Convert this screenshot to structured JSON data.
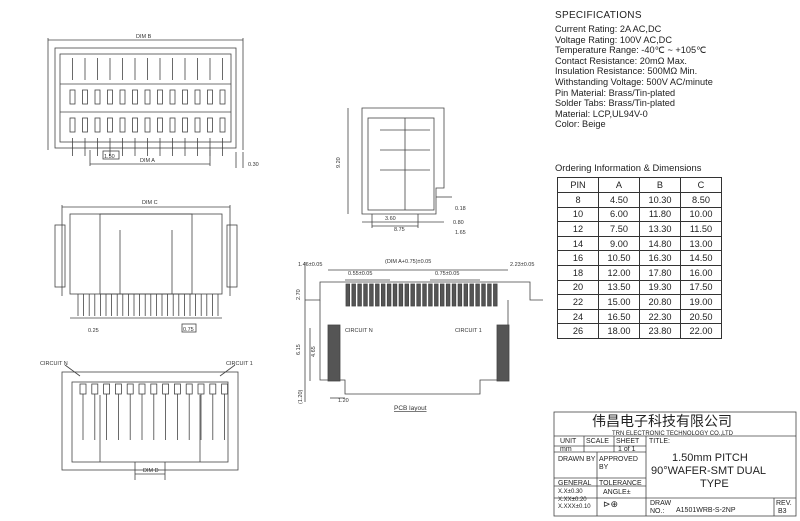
{
  "specifications": {
    "title": "SPECIFICATIONS",
    "items": [
      "Current Rating: 2A AC,DC",
      "Voltage Rating: 100V AC,DC",
      "Temperature Range: -40℃ ~ +105℃",
      "Contact Resistance: 20mΩ Max.",
      "Insulation Resistance: 500MΩ Min.",
      "Withstanding Voltage: 500V AC/minute",
      "Pin Material: Brass/Tin-plated",
      "Solder Tabs: Brass/Tin-plated",
      "Material: LCP,UL94V-0",
      "Color: Beige"
    ]
  },
  "ordering": {
    "title": "Ordering Information & Dimensions",
    "headers": [
      "PIN",
      "A",
      "B",
      "C"
    ],
    "rows": [
      [
        "8",
        "4.50",
        "10.30",
        "8.50"
      ],
      [
        "10",
        "6.00",
        "11.80",
        "10.00"
      ],
      [
        "12",
        "7.50",
        "13.30",
        "11.50"
      ],
      [
        "14",
        "9.00",
        "14.80",
        "13.00"
      ],
      [
        "16",
        "10.50",
        "16.30",
        "14.50"
      ],
      [
        "18",
        "12.00",
        "17.80",
        "16.00"
      ],
      [
        "20",
        "13.50",
        "19.30",
        "17.50"
      ],
      [
        "22",
        "15.00",
        "20.80",
        "19.00"
      ],
      [
        "24",
        "16.50",
        "22.30",
        "20.50"
      ],
      [
        "26",
        "18.00",
        "23.80",
        "22.00"
      ]
    ]
  },
  "drawing_labels": {
    "dim_b": "DIM B",
    "dim_a": "DIM A",
    "dim_c": "DIM C",
    "dim_d": "DIM D",
    "pitch_150": "1.50",
    "val_030": "0.30",
    "val_025": "0.25",
    "val_075": "0.75",
    "side_920": "9.20",
    "side_360": "3.60",
    "side_875": "8.75",
    "side_018": "0.18",
    "side_080": "0.80",
    "side_165": "1.65",
    "circuit_n": "CIRCUIT N",
    "circuit_1": "CIRCUIT 1",
    "pcb_left": "1.46±0.05",
    "pcb_formula": "(DIM A+0.75)±0.05",
    "pcb_right": "2.23±0.05",
    "pcb_055": "0.55±0.05",
    "pcb_075": "0.75±0.05",
    "pcb_270": "2.70",
    "pcb_615": "6.15",
    "pcb_465": "4.65",
    "pcb_120p": "(1.20)",
    "pcb_120": "1.20",
    "pcb_layout": "PCB layout"
  },
  "title_block": {
    "company_cn": "伟昌电子科技有限公司",
    "company_en": "TRN ELECTRONIC TECHNOLOGY CO.,LTD",
    "unit_label": "UNIT",
    "unit_value": "mm",
    "scale_label": "SCALE",
    "sheet_label": "SHEET",
    "sheet_value": "1 of 1",
    "title_label": "TITLE:",
    "title_line1": "1.50mm PITCH",
    "title_line2": "90°WAFER-SMT DUAL",
    "title_line3": "TYPE",
    "drawn_by": "DRAWN BY",
    "approved_by": "APPROVED BY",
    "general": "GENERAL",
    "tolerance": "TOLERANCE",
    "tol1": "X.X±0.30",
    "tol2": "X.XX±0.20",
    "tol3": "X.XXX±0.10",
    "angle": "ANGLE±",
    "draw_label": "DRAW",
    "no_label": "NO.:",
    "draw_no": "A1501WRB-S-2NP",
    "rev_label": "REV.",
    "rev_value": "B3"
  }
}
